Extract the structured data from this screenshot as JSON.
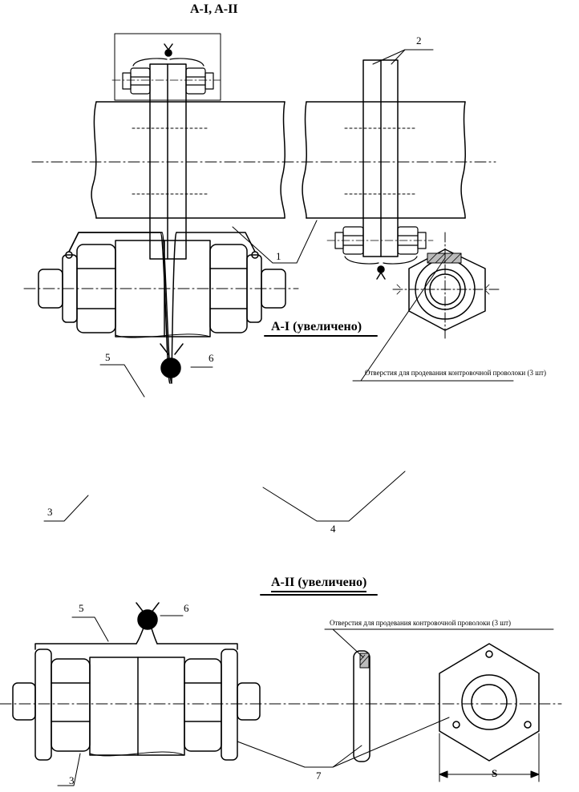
{
  "titles": {
    "top_callout": "A-I, A-II",
    "view_a1": "A-I (увеличено)",
    "view_a2": "A-II (увеличено)"
  },
  "notes": {
    "holes_a1": "Отверстия для продевания контровочной проволоки (3 шт)",
    "holes_a2": "Отверстия для продевания контровочной проволоки (3 шт)"
  },
  "labels": {
    "pos1": "1",
    "pos2": "2",
    "pos3_a1": "3",
    "pos4": "4",
    "pos5_a1": "5",
    "pos6_a1": "6",
    "pos3_a2": "3",
    "pos5_a2": "5",
    "pos6_a2": "6",
    "pos7": "7",
    "dim_s": "S"
  }
}
